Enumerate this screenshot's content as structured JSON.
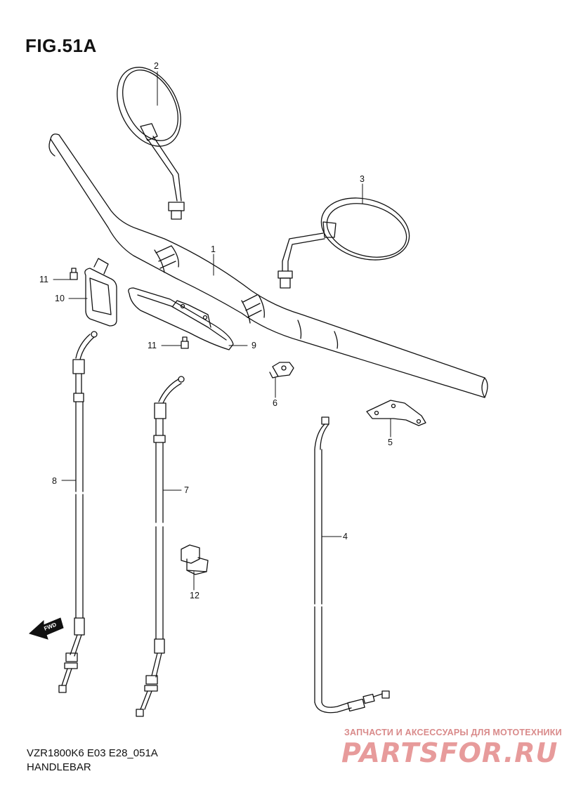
{
  "figure": {
    "title": "FIG.51A",
    "model_code": "VZR1800K6 E03 E28_051A",
    "section_name": "HANDLEBAR"
  },
  "parts": [
    {
      "ref": "1"
    },
    {
      "ref": "2"
    },
    {
      "ref": "3"
    },
    {
      "ref": "4"
    },
    {
      "ref": "5"
    },
    {
      "ref": "6"
    },
    {
      "ref": "7"
    },
    {
      "ref": "8"
    },
    {
      "ref": "9"
    },
    {
      "ref": "10"
    },
    {
      "ref": "11"
    },
    {
      "ref": "11"
    },
    {
      "ref": "12"
    }
  ],
  "direction_marker": {
    "label": "FWD",
    "icon": "forward-arrow-icon"
  },
  "watermark": {
    "tagline": "ЗАПЧАСТИ И АКСЕССУАРЫ ДЛЯ МОТОТЕХНИКИ",
    "logo_text": "PARTSFOR.RU"
  },
  "colors": {
    "line": "#111111",
    "watermark": "#e07a7a"
  }
}
